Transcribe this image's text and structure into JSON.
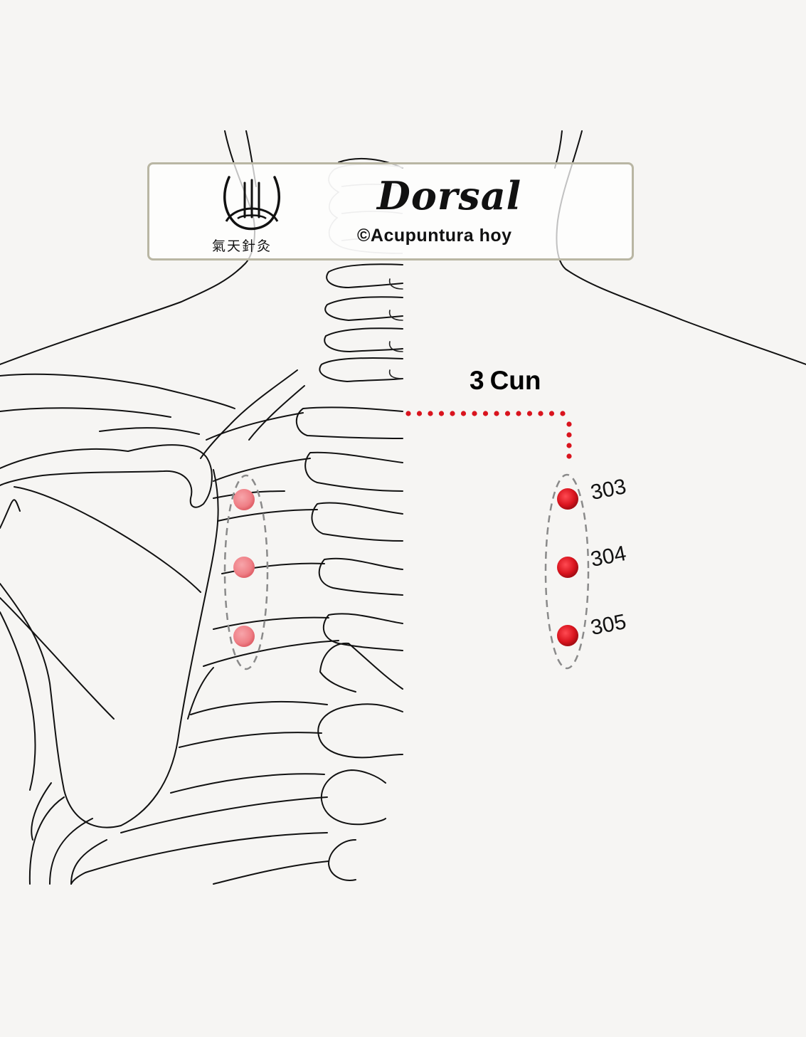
{
  "title_card": {
    "title": "Dorsal",
    "copyright": "©Acupuntura hoy",
    "logo_chars": "氣天針灸"
  },
  "measurement": {
    "value": "3",
    "unit": "Cun"
  },
  "points": [
    {
      "label": "303"
    },
    {
      "label": "304"
    },
    {
      "label": "305"
    }
  ],
  "colors": {
    "point_red": "#d9141e",
    "point_faded": "#ef7f86",
    "line_ink": "#111111",
    "guide_dash": "#8a8a8a",
    "card_border": "#b9b6a3"
  }
}
